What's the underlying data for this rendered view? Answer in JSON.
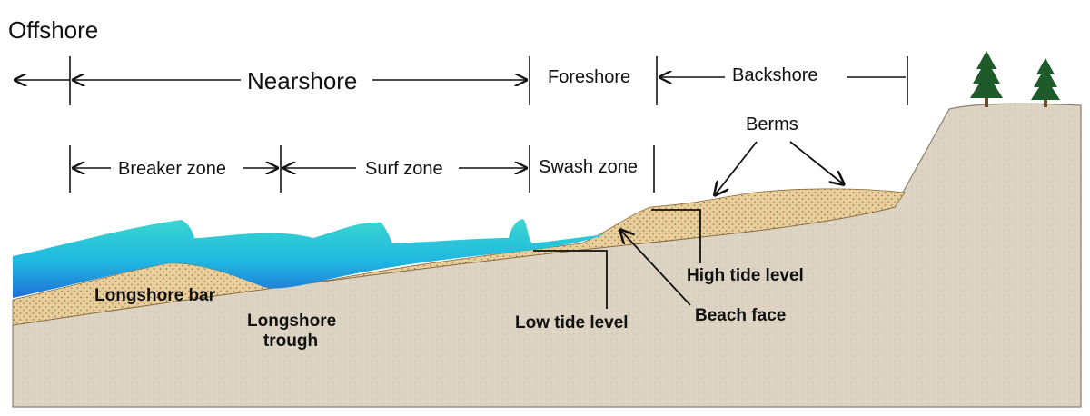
{
  "labels": {
    "offshore": "Offshore",
    "nearshore": "Nearshore",
    "foreshore": "Foreshore",
    "backshore": "Backshore",
    "breaker_zone": "Breaker zone",
    "surf_zone": "Surf zone",
    "swash_zone": "Swash zone",
    "berms": "Berms",
    "high_tide_level": "High tide level",
    "beach_face": "Beach face",
    "low_tide_level": "Low tide level",
    "longshore_bar": "Longshore bar",
    "longshore_trough_line1": "Longshore",
    "longshore_trough_line2": "trough"
  },
  "colors": {
    "bedrock": "#dcd3c2",
    "sand": "#e6cf9c",
    "sand_dots": "#a0602a",
    "water_top": "#3ad7d0",
    "water_bottom": "#1f6fd6",
    "tree": "#1f5a2a",
    "trunk": "#6a4a2a",
    "ink": "#111111"
  },
  "icons": [
    "tree-icon",
    "tree-icon"
  ]
}
